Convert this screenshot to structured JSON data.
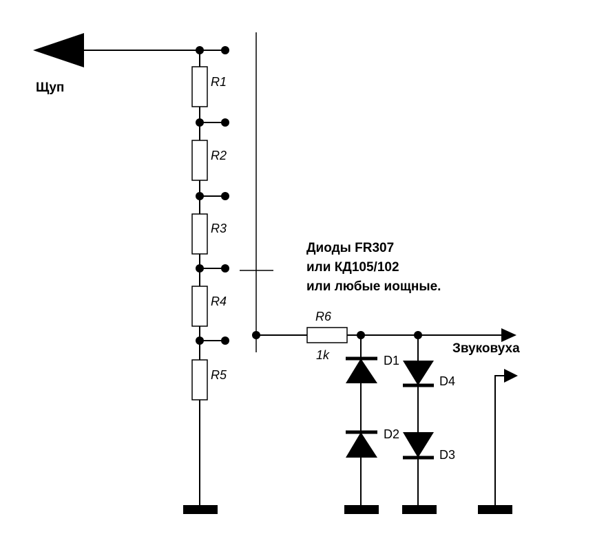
{
  "labels": {
    "probe": "Щуп",
    "output": "Звуковуха",
    "r1": "R1",
    "r2": "R2",
    "r3": "R3",
    "r4": "R4",
    "r5": "R5",
    "r6": "R6",
    "r6_value": "1k",
    "d1": "D1",
    "d2": "D2",
    "d3": "D3",
    "d4": "D4"
  },
  "note": {
    "line1": "Диоды FR307",
    "line2": "или КД105/102",
    "line3": "или любые иощные."
  }
}
